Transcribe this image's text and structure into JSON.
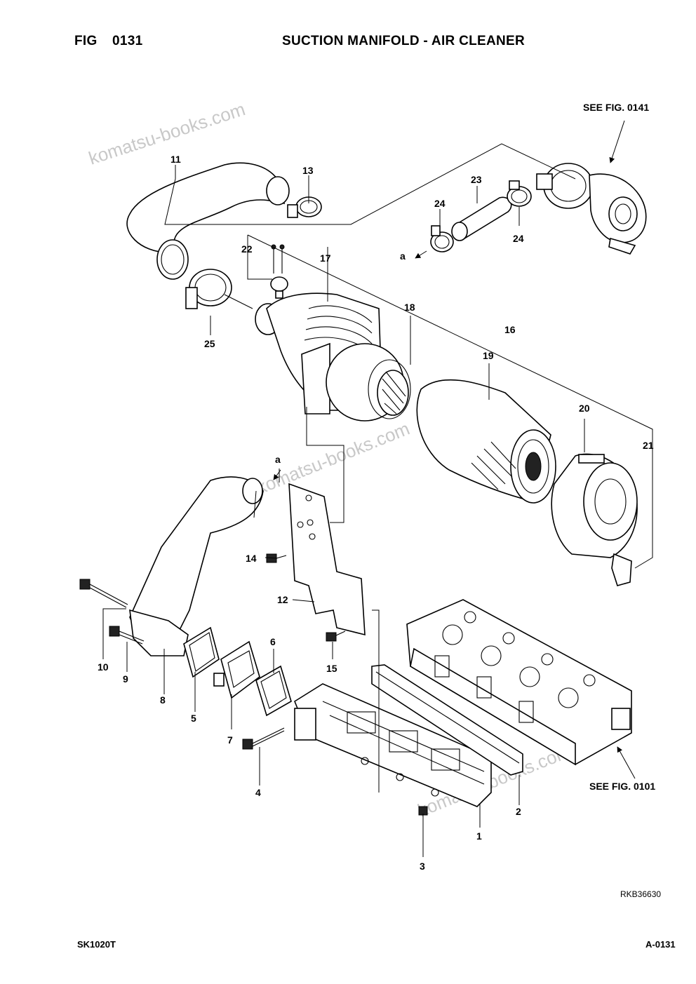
{
  "header": {
    "fig_label": "FIG",
    "fig_number": "0131",
    "title": "SUCTION MANIFOLD - AIR CLEANER"
  },
  "references": {
    "see_fig_top": "SEE FIG. 0141",
    "see_fig_bottom": "SEE FIG. 0101",
    "drawing_code": "RKB36630"
  },
  "watermark": "komatsu-books.com",
  "callouts": [
    "11",
    "13",
    "23",
    "24",
    "24",
    "a",
    "22",
    "17",
    "18",
    "16",
    "19",
    "20",
    "21",
    "25",
    "a",
    "14",
    "12",
    "10",
    "9",
    "8",
    "5",
    "6",
    "7",
    "4",
    "15",
    "2",
    "1",
    "3"
  ],
  "footer": {
    "model": "SK1020T",
    "page": "A-0131"
  }
}
